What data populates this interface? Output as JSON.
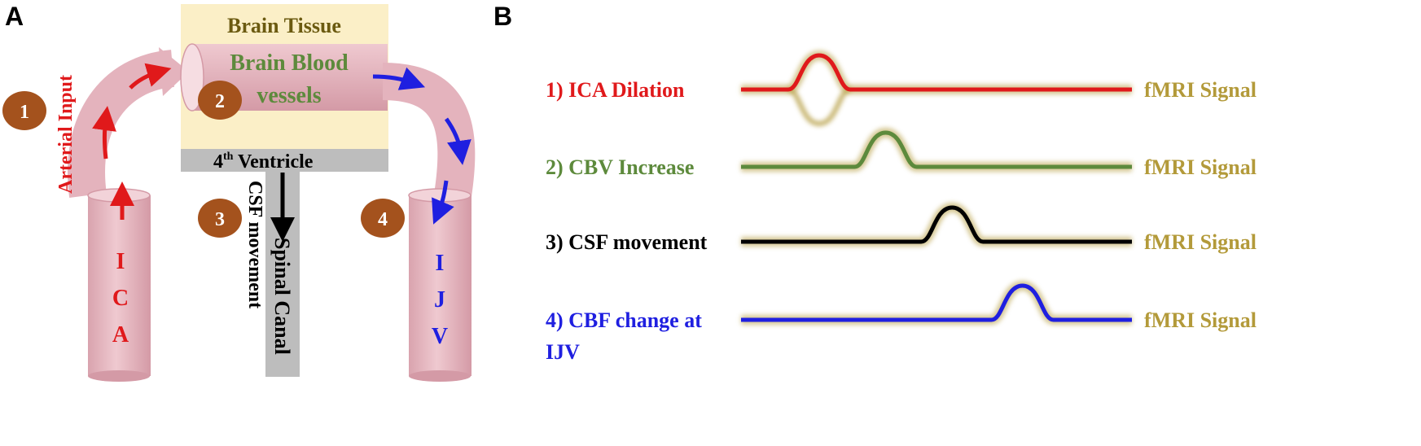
{
  "panel_a": {
    "letter": "A",
    "brain_tissue": "Brain Tissue",
    "blood_vessels_line1": "Brain Blood",
    "blood_vessels_line2": "vessels",
    "ventricle_main": "4",
    "ventricle_sup": "th",
    "ventricle_rest": " Ventricle",
    "arterial_input": "Arterial Input",
    "csf_movement": "CSF movement",
    "spinal_canal": "Spinal Canal",
    "ica_letters": [
      "I",
      "C",
      "A"
    ],
    "ijv_letters": [
      "I",
      "J",
      "V"
    ],
    "badges": [
      "1",
      "2",
      "3",
      "4"
    ]
  },
  "panel_b": {
    "letter": "B",
    "rows": [
      {
        "label": "1) ICA Dilation",
        "label_color": "#e0191b",
        "signal": "fMRI Signal",
        "trace_color": "#e0191b",
        "peak_position": 0.2,
        "inverted_echo": true
      },
      {
        "label": "2) CBV Increase",
        "label_color": "#5d8a3c",
        "signal": "fMRI Signal",
        "trace_color": "#5d8a3c",
        "peak_position": 0.37,
        "inverted_echo": false
      },
      {
        "label": "3) CSF movement",
        "label_color": "#000000",
        "signal": "fMRI Signal",
        "trace_color": "#000000",
        "peak_position": 0.54,
        "inverted_echo": false
      },
      {
        "label": "4) CBF change at",
        "label2": "IJV",
        "label_color": "#1f1fe0",
        "signal": "fMRI Signal",
        "trace_color": "#1f1fe0",
        "peak_position": 0.72,
        "inverted_echo": false
      }
    ]
  },
  "colors": {
    "artery": "#e0191b",
    "vein": "#1f1fe0",
    "tissue": "#fbefc7",
    "vessel": "#e4b3bd",
    "ventricle": "#bdbdbd",
    "badge": "#a4521d",
    "signal_text": "#b39a3a",
    "tissue_text": "#6b5a10",
    "vessel_text": "#5d8a3c"
  }
}
